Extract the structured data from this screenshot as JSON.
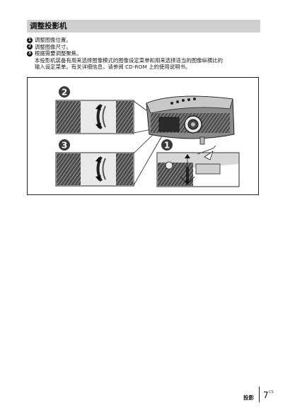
{
  "section": {
    "title": "调整投影机"
  },
  "steps": [
    {
      "num": "1",
      "text": "调整图像位置。"
    },
    {
      "num": "2",
      "text": "调整图像尺寸。"
    },
    {
      "num": "3",
      "text": "根据需要调整聚焦。"
    }
  ],
  "note": {
    "line1": "本投影机装备有用来选择图像模式的图像设定菜单和用来选择适当的图像纵横比的",
    "line2": "输入设定菜单。有关详细信息，请参阅 CD-ROM 上的使用说明书。"
  },
  "figure": {
    "callouts": [
      {
        "num": "2"
      },
      {
        "num": "3"
      },
      {
        "num": "1"
      }
    ]
  },
  "footer": {
    "section_label": "投影",
    "page_number": "7",
    "lang_code": "CS"
  }
}
